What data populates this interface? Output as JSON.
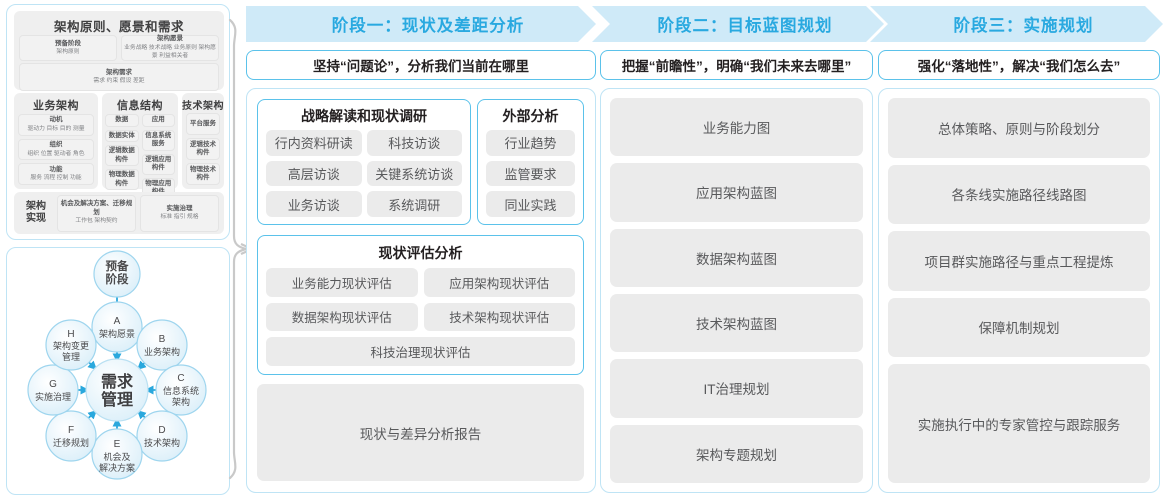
{
  "togaf": {
    "section1": {
      "title": "架构原则、愿景和需求",
      "row1": [
        {
          "title": "预备阶段",
          "detail": "架构原则"
        },
        {
          "title": "架构愿景",
          "detail": "业务战略 技术战略 业务原则 架构愿景 利益相关者"
        }
      ],
      "row2": [
        {
          "title": "架构需求",
          "detail": "需求    约束    假设    差距"
        }
      ]
    },
    "columns": [
      {
        "heading": "业务架构",
        "cells": [
          {
            "title": "动机",
            "detail": "驱动力 目标 目的 测量"
          },
          {
            "title": "组织",
            "detail": "组织 位置 驱动者 角色"
          },
          {
            "title": "功能",
            "detail": "服务 流程 控制 功能"
          }
        ]
      },
      {
        "heading": "信息结构",
        "left": [
          {
            "title": "数据",
            "detail": ""
          },
          {
            "title": "数据实体",
            "detail": ""
          },
          {
            "title": "逻辑数据构件",
            "detail": ""
          },
          {
            "title": "物理数据构件",
            "detail": ""
          }
        ],
        "right": [
          {
            "title": "应用",
            "detail": ""
          },
          {
            "title": "信息系统服务",
            "detail": ""
          },
          {
            "title": "逻辑应用构件",
            "detail": ""
          },
          {
            "title": "物理应用构件",
            "detail": ""
          }
        ]
      },
      {
        "heading": "技术架构",
        "cells": [
          {
            "title": "平台服务",
            "detail": ""
          },
          {
            "title": "逻辑技术构件",
            "detail": ""
          },
          {
            "title": "物理技术构件",
            "detail": ""
          }
        ]
      }
    ],
    "section3": {
      "lead": "架构\n实现",
      "cells": [
        {
          "title": "机会及解决方案、迁移规划",
          "detail": "工作包  架构契约"
        },
        {
          "title": "实施治理",
          "detail": "标准  指引  规格"
        }
      ]
    }
  },
  "adm": {
    "top_node": "预备\n阶段",
    "center": "需求\n管理",
    "nodes": [
      {
        "key": "A",
        "label": "架构愿景"
      },
      {
        "key": "B",
        "label": "业务架构"
      },
      {
        "key": "C",
        "label": "信息系统架构"
      },
      {
        "key": "D",
        "label": "技术架构"
      },
      {
        "key": "E",
        "label": "机会及解决方案"
      },
      {
        "key": "F",
        "label": "迁移规划"
      },
      {
        "key": "G",
        "label": "实施治理"
      },
      {
        "key": "H",
        "label": "架构变更管理"
      }
    ]
  },
  "phases": [
    {
      "header": "阶段一：现状及差距分析",
      "subtitle": "坚持“问题论”，分析我们当前在哪里",
      "cards": [
        {
          "title": "战略解读和现状调研",
          "chips": [
            "行内资料研读",
            "科技访谈",
            "高层访谈",
            "关键系统访谈",
            "业务访谈",
            "系统调研"
          ]
        },
        {
          "title": "外部分析",
          "chips": [
            "行业趋势",
            "监管要求",
            "同业实践"
          ]
        },
        {
          "title": "现状评估分析",
          "chips": [
            "业务能力现状评估",
            "应用架构现状评估",
            "数据架构现状评估",
            "技术架构现状评估",
            "科技治理现状评估"
          ]
        }
      ],
      "footer_chip": "现状与差异分析报告"
    },
    {
      "header": "阶段二：目标蓝图规划",
      "subtitle": "把握“前瞻性”，明确“我们未来去哪里”",
      "items": [
        "业务能力图",
        "应用架构蓝图",
        "数据架构蓝图",
        "技术架构蓝图",
        "IT治理规划",
        "架构专题规划"
      ]
    },
    {
      "header": "阶段三：实施规划",
      "subtitle": "强化“落地性”，解决“我们怎么去”",
      "items": [
        "总体策略、原则与阶段划分",
        "各条线实施路径线路图",
        "项目群实施路径与重点工程提炼",
        "保障机制规划",
        "实施执行中的专家管控与跟踪服务"
      ]
    }
  ],
  "colors": {
    "accent": "#29a9e0",
    "header_band": "#cfeaf8",
    "panel_border": "#bfe4f5",
    "card_border": "#5bc2ea",
    "chip_bg": "#ebebeb",
    "text": "#58595b"
  }
}
